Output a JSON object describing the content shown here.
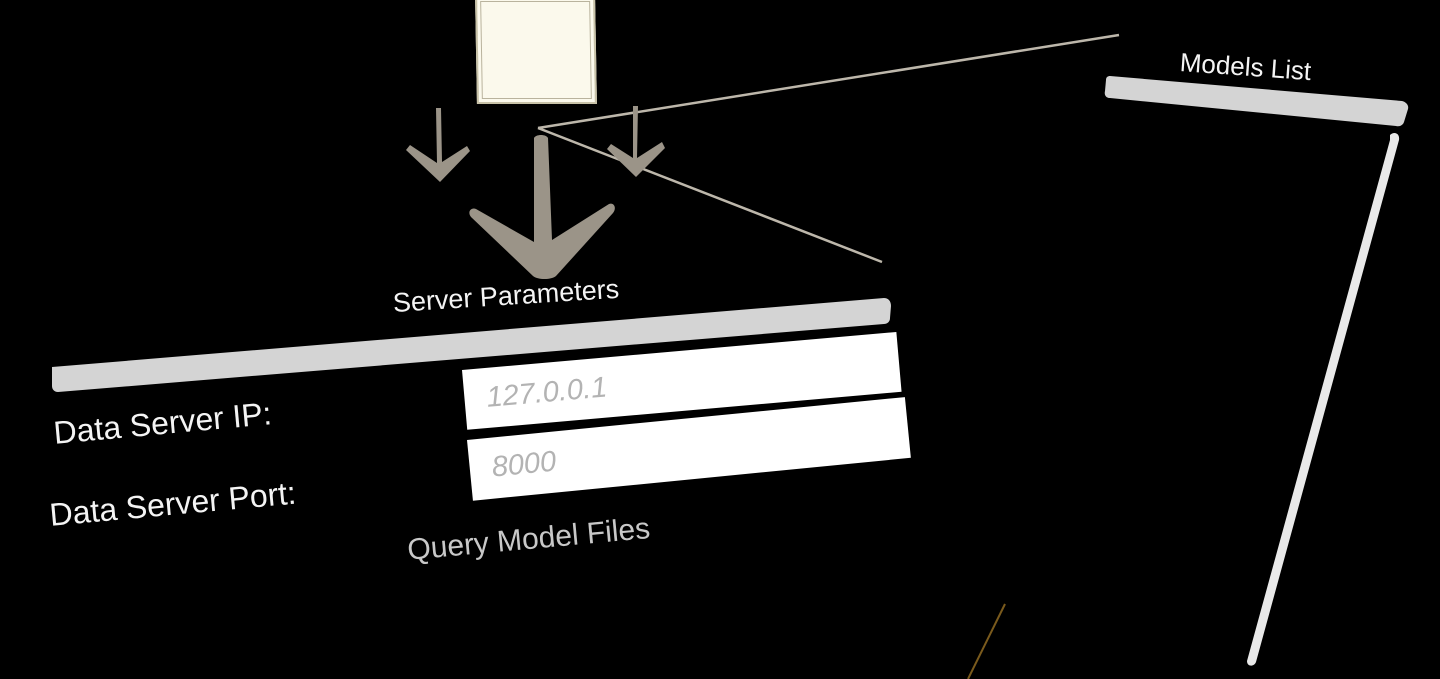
{
  "server_panel": {
    "title": "Server Parameters",
    "ip_label": "Data Server IP:",
    "ip_placeholder": "127.0.0.1",
    "port_label": "Data Server Port:",
    "port_placeholder": "8000",
    "query_button_label": "Query Model Files"
  },
  "models_panel": {
    "title": "Models List"
  },
  "icons": {
    "small_arrow_left": "arrow-down-icon",
    "large_arrow": "arrow-down-icon",
    "small_arrow_right": "arrow-down-icon"
  },
  "colors": {
    "background": "#000000",
    "panel_bar": "#d4d4d4",
    "arrow": "#9b9488",
    "card": "#fbf9ec",
    "text": "#f4f4f4",
    "placeholder": "#b3b3b3"
  }
}
